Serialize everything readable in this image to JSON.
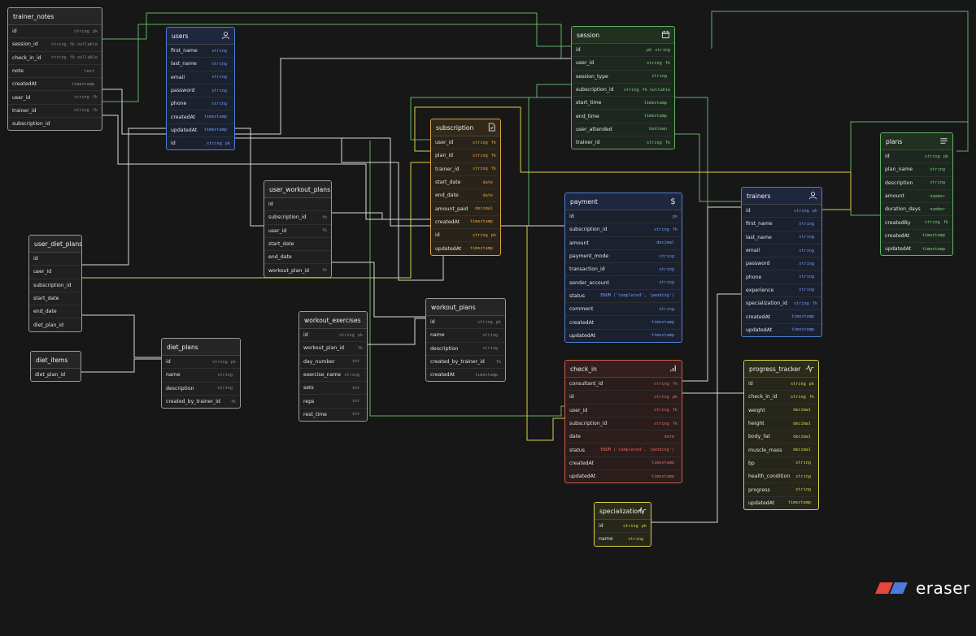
{
  "brand": {
    "name": "eraser",
    "colors": {
      "red": "#e8453c",
      "blue": "#4a7bdc"
    }
  },
  "colors": {
    "background": "#171717",
    "gray": "#9a9a9a",
    "blue": "#4c7fd6",
    "green": "#5fb267",
    "orange": "#d9a241",
    "red": "#d05a4a",
    "yellow": "#d8d24a"
  },
  "tables": {
    "trainer_notes": {
      "title": "trainer_notes",
      "icon": "",
      "theme": "gray",
      "fields": [
        {
          "name": "id",
          "type": "string",
          "key": "pk"
        },
        {
          "name": "session_id",
          "type": "string",
          "key": "fk nullable"
        },
        {
          "name": "check_in_id",
          "type": "string",
          "key": "fk nullable"
        },
        {
          "name": "note",
          "type": "text",
          "key": ""
        },
        {
          "name": "createdAt",
          "type": "timestamp",
          "key": ""
        },
        {
          "name": "user_id",
          "type": "string",
          "key": "fk"
        },
        {
          "name": "trainer_id",
          "type": "string",
          "key": "fk"
        },
        {
          "name": "subscription_id",
          "type": "",
          "key": ""
        }
      ]
    },
    "users": {
      "title": "users",
      "icon": "user-icon",
      "theme": "blue",
      "fields": [
        {
          "name": "first_name",
          "type": "string",
          "key": ""
        },
        {
          "name": "last_name",
          "type": "string",
          "key": ""
        },
        {
          "name": "email",
          "type": "string",
          "key": ""
        },
        {
          "name": "password",
          "type": "string",
          "key": ""
        },
        {
          "name": "phone",
          "type": "string",
          "key": ""
        },
        {
          "name": "createdAt",
          "type": "timestamp",
          "key": ""
        },
        {
          "name": "updatedAt",
          "type": "timestamp",
          "key": ""
        },
        {
          "name": "id",
          "type": "string",
          "key": "pk"
        }
      ]
    },
    "session": {
      "title": "session",
      "icon": "calendar-icon",
      "theme": "green",
      "fields": [
        {
          "name": "id",
          "type": "pk",
          "key": "string"
        },
        {
          "name": "user_id",
          "type": "string",
          "key": "fk"
        },
        {
          "name": "session_type",
          "type": "string",
          "key": ""
        },
        {
          "name": "subscription_id",
          "type": "string",
          "key": "fk nullable"
        },
        {
          "name": "start_time",
          "type": "timestamp",
          "key": ""
        },
        {
          "name": "end_time",
          "type": "timestamp",
          "key": ""
        },
        {
          "name": "user_attended",
          "type": "boolean",
          "key": ""
        },
        {
          "name": "trainer_id",
          "type": "string",
          "key": "fk"
        }
      ]
    },
    "subscription": {
      "title": "subscription",
      "icon": "document-icon",
      "theme": "orange",
      "fields": [
        {
          "name": "user_id",
          "type": "string",
          "key": "fk"
        },
        {
          "name": "plan_id",
          "type": "string",
          "key": "fk"
        },
        {
          "name": "trainer_id",
          "type": "string",
          "key": "fk"
        },
        {
          "name": "start_date",
          "type": "date",
          "key": ""
        },
        {
          "name": "end_date",
          "type": "date",
          "key": ""
        },
        {
          "name": "amount_paid",
          "type": "decimal",
          "key": ""
        },
        {
          "name": "createdAt",
          "type": "timestamp",
          "key": ""
        },
        {
          "name": "id",
          "type": "string",
          "key": "pk"
        },
        {
          "name": "updatedAt",
          "type": "timestamp",
          "key": ""
        }
      ]
    },
    "plans": {
      "title": "plans",
      "icon": "list-icon",
      "theme": "green",
      "fields": [
        {
          "name": "id",
          "type": "string",
          "key": "pk"
        },
        {
          "name": "plan_name",
          "type": "string",
          "key": ""
        },
        {
          "name": "description",
          "type": "string",
          "key": ""
        },
        {
          "name": "amount",
          "type": "number",
          "key": ""
        },
        {
          "name": "duration_days",
          "type": "number",
          "key": ""
        },
        {
          "name": "createdBy",
          "type": "string",
          "key": "fk"
        },
        {
          "name": "createdAt",
          "type": "timestamp",
          "key": ""
        },
        {
          "name": "updatedAt",
          "type": "timestamp",
          "key": ""
        }
      ]
    },
    "user_workout_plans": {
      "title": "user_workout_plans",
      "icon": "",
      "theme": "gray",
      "fields": [
        {
          "name": "id",
          "type": "",
          "key": ""
        },
        {
          "name": "subscription_id",
          "type": "",
          "key": "fk"
        },
        {
          "name": "user_id",
          "type": "",
          "key": "fk"
        },
        {
          "name": "start_date",
          "type": "",
          "key": ""
        },
        {
          "name": "end_date",
          "type": "",
          "key": ""
        },
        {
          "name": "workout_plan_id",
          "type": "",
          "key": "fk"
        }
      ]
    },
    "payment": {
      "title": "payment",
      "icon": "dollar-icon",
      "theme": "blue",
      "fields": [
        {
          "name": "id",
          "type": "",
          "key": "pk"
        },
        {
          "name": "subscription_id",
          "type": "string",
          "key": "fk"
        },
        {
          "name": "amount",
          "type": "decimal",
          "key": ""
        },
        {
          "name": "payment_mode",
          "type": "string",
          "key": ""
        },
        {
          "name": "transaction_id",
          "type": "string",
          "key": ""
        },
        {
          "name": "sender_account",
          "type": "string",
          "key": ""
        },
        {
          "name": "status",
          "type": "ENUM ('completed', 'pending')",
          "key": ""
        },
        {
          "name": "comment",
          "type": "string",
          "key": ""
        },
        {
          "name": "createdAt",
          "type": "timestamp",
          "key": ""
        },
        {
          "name": "updatedAt",
          "type": "timestamp",
          "key": ""
        }
      ]
    },
    "trainers": {
      "title": "trainers",
      "icon": "user-icon",
      "theme": "blue",
      "fields": [
        {
          "name": "id",
          "type": "string",
          "key": "pk"
        },
        {
          "name": "first_name",
          "type": "string",
          "key": ""
        },
        {
          "name": "last_name",
          "type": "string",
          "key": ""
        },
        {
          "name": "email",
          "type": "string",
          "key": ""
        },
        {
          "name": "password",
          "type": "string",
          "key": ""
        },
        {
          "name": "phone",
          "type": "string",
          "key": ""
        },
        {
          "name": "experience",
          "type": "string",
          "key": ""
        },
        {
          "name": "specialization_id",
          "type": "string",
          "key": "fk"
        },
        {
          "name": "createdAt",
          "type": "timestamp",
          "key": ""
        },
        {
          "name": "updatedAt",
          "type": "timestamp",
          "key": ""
        }
      ]
    },
    "user_diet_plans": {
      "title": "user_diet_plans",
      "icon": "",
      "theme": "gray",
      "fields": [
        {
          "name": "id",
          "type": "",
          "key": ""
        },
        {
          "name": "user_id",
          "type": "",
          "key": ""
        },
        {
          "name": "subscription_id",
          "type": "",
          "key": ""
        },
        {
          "name": "start_date",
          "type": "",
          "key": ""
        },
        {
          "name": "end_date",
          "type": "",
          "key": ""
        },
        {
          "name": "diet_plan_id",
          "type": "",
          "key": ""
        }
      ]
    },
    "workout_exercises": {
      "title": "workout_exercises",
      "icon": "",
      "theme": "gray",
      "fields": [
        {
          "name": "id",
          "type": "string",
          "key": "pk"
        },
        {
          "name": "workout_plan_id",
          "type": "",
          "key": "fk"
        },
        {
          "name": "day_number",
          "type": "int",
          "key": ""
        },
        {
          "name": "exercise_name",
          "type": "string",
          "key": ""
        },
        {
          "name": "sets",
          "type": "int",
          "key": ""
        },
        {
          "name": "reps",
          "type": "int",
          "key": ""
        },
        {
          "name": "rest_time",
          "type": "int",
          "key": ""
        }
      ]
    },
    "workout_plans": {
      "title": "workout_plans",
      "icon": "",
      "theme": "gray",
      "fields": [
        {
          "name": "id",
          "type": "string",
          "key": "pk"
        },
        {
          "name": "name",
          "type": "string",
          "key": ""
        },
        {
          "name": "description",
          "type": "string",
          "key": ""
        },
        {
          "name": "created_by_trainer_id",
          "type": "",
          "key": "fk"
        },
        {
          "name": "createdAt",
          "type": "timestamp",
          "key": ""
        }
      ]
    },
    "diet_items": {
      "title": "diet_items",
      "icon": "",
      "theme": "gray",
      "fields": [
        {
          "name": "diet_plan_id",
          "type": "",
          "key": ""
        }
      ]
    },
    "diet_plans": {
      "title": "diet_plans",
      "icon": "",
      "theme": "gray",
      "fields": [
        {
          "name": "id",
          "type": "string",
          "key": "pk"
        },
        {
          "name": "name",
          "type": "string",
          "key": ""
        },
        {
          "name": "description",
          "type": "string",
          "key": ""
        },
        {
          "name": "created_by_trainer_id",
          "type": "",
          "key": "fk"
        }
      ]
    },
    "check_in": {
      "title": "check_in",
      "icon": "bar-chart-icon",
      "theme": "red",
      "fields": [
        {
          "name": "consultant_id",
          "type": "string",
          "key": "fk"
        },
        {
          "name": "id",
          "type": "string",
          "key": "pk"
        },
        {
          "name": "user_id",
          "type": "string",
          "key": "fk"
        },
        {
          "name": "subscription_id",
          "type": "string",
          "key": "fk"
        },
        {
          "name": "date",
          "type": "date",
          "key": ""
        },
        {
          "name": "status",
          "type": "ENUM ('completed', 'pending')",
          "key": ""
        },
        {
          "name": "createdAt",
          "type": "timestamp",
          "key": ""
        },
        {
          "name": "updatedAt",
          "type": "timestamp",
          "key": ""
        }
      ]
    },
    "progress_tracker": {
      "title": "progress_tracker",
      "icon": "activity-icon",
      "theme": "yellow",
      "fields": [
        {
          "name": "id",
          "type": "string",
          "key": "pk"
        },
        {
          "name": "check_in_id",
          "type": "string",
          "key": "fk"
        },
        {
          "name": "weight",
          "type": "decimal",
          "key": ""
        },
        {
          "name": "height",
          "type": "decimal",
          "key": ""
        },
        {
          "name": "body_fat",
          "type": "decimal",
          "key": ""
        },
        {
          "name": "muscle_mass",
          "type": "decimal",
          "key": ""
        },
        {
          "name": "bp",
          "type": "string",
          "key": ""
        },
        {
          "name": "health_condition",
          "type": "string",
          "key": ""
        },
        {
          "name": "progress",
          "type": "string",
          "key": ""
        },
        {
          "name": "updatedAt",
          "type": "timestamp",
          "key": ""
        }
      ]
    },
    "specialization": {
      "title": "specialization",
      "icon": "activity-icon",
      "theme": "yellow",
      "fields": [
        {
          "name": "id",
          "type": "string",
          "key": "pk"
        },
        {
          "name": "name",
          "type": "string",
          "key": ""
        }
      ]
    }
  }
}
